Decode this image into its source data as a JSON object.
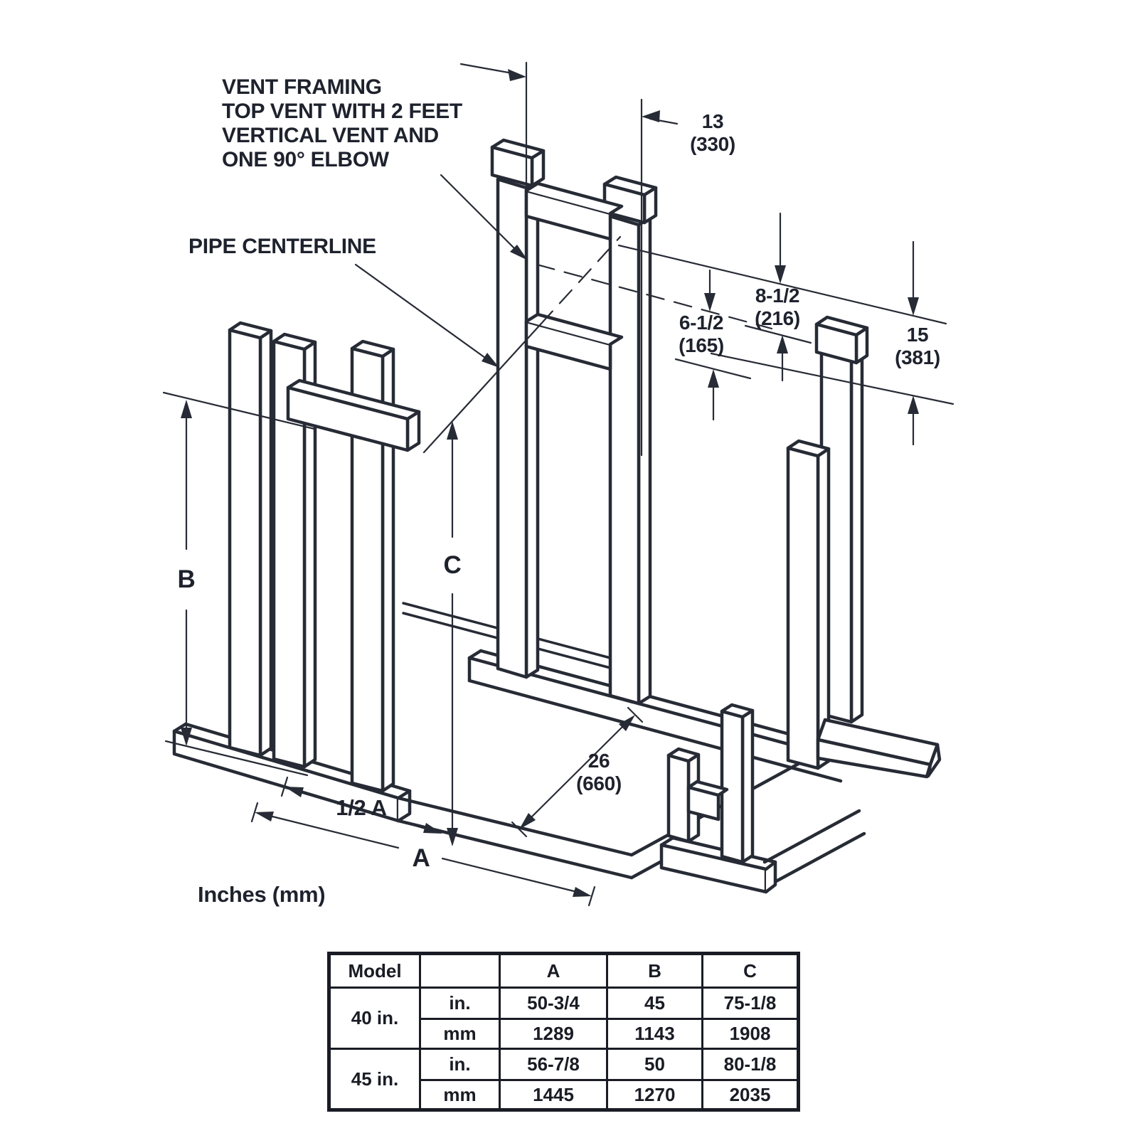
{
  "notes": {
    "vent": "VENT FRAMING\nTOP VENT WITH 2 FEET\nVERTICAL VENT AND\nONE 90° ELBOW",
    "pipe": "PIPE CENTERLINE",
    "units": "Inches (mm)"
  },
  "dims": {
    "d13": "13\n(330)",
    "d85": "8-1/2\n(216)",
    "d65": "6-1/2\n(165)",
    "d15": "15\n(381)",
    "d26": "26\n(660)",
    "half_a": "1/2 A",
    "a": "A",
    "b": "B",
    "c": "C"
  },
  "colors": {
    "ink": "#272b35",
    "text": "#1e222d"
  },
  "table": {
    "headers": {
      "model": "Model",
      "unit": "",
      "a": "A",
      "b": "B",
      "c": "C"
    },
    "groups": [
      {
        "model": "40 in.",
        "rows": [
          {
            "unit": "in.",
            "a": "50-3/4",
            "b": "45",
            "c": "75-1/8"
          },
          {
            "unit": "mm",
            "a": "1289",
            "b": "1143",
            "c": "1908"
          }
        ]
      },
      {
        "model": "45 in.",
        "rows": [
          {
            "unit": "in.",
            "a": "56-7/8",
            "b": "50",
            "c": "80-1/8"
          },
          {
            "unit": "mm",
            "a": "1445",
            "b": "1270",
            "c": "2035"
          }
        ]
      }
    ]
  }
}
